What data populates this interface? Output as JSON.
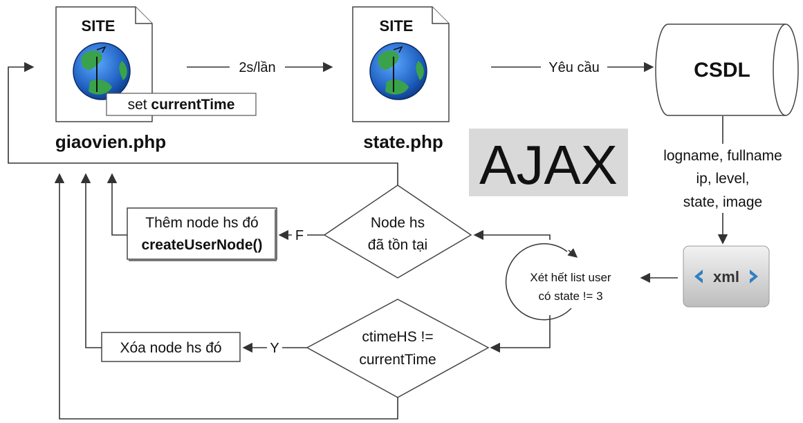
{
  "site_doc_1": {
    "title": "SITE",
    "caption": "giaovien.php",
    "set_label": "set",
    "set_value": "currentTime"
  },
  "site_doc_2": {
    "title": "SITE",
    "caption": "state.php"
  },
  "database": {
    "label": "CSDL"
  },
  "edges": {
    "refresh": "2s/lần",
    "request": "Yêu cầu",
    "fields": [
      "logname, fullname",
      "ip, level,",
      "state, image"
    ],
    "false_branch": "F",
    "yes_branch": "Y"
  },
  "ajax_badge": {
    "text": "AJAX"
  },
  "xml_icon": {
    "text": "xml"
  },
  "loop": {
    "lines": [
      "Xét hết list user",
      "có state != 3"
    ]
  },
  "decision_exists": {
    "lines": [
      "Node hs",
      "đã tồn tại"
    ]
  },
  "decision_time": {
    "lines": [
      "ctimeHS !=",
      "currentTime"
    ]
  },
  "process_add": {
    "lines": [
      "Thêm node hs đó",
      "createUserNode()"
    ]
  },
  "process_delete": {
    "label": "Xóa node hs đó"
  },
  "colors": {
    "ajax_bg": "#d9d9d9",
    "xml_bracket": "#2f7fc1",
    "globe_ocean": "#1f5fbf",
    "globe_land": "#3aa24a"
  }
}
